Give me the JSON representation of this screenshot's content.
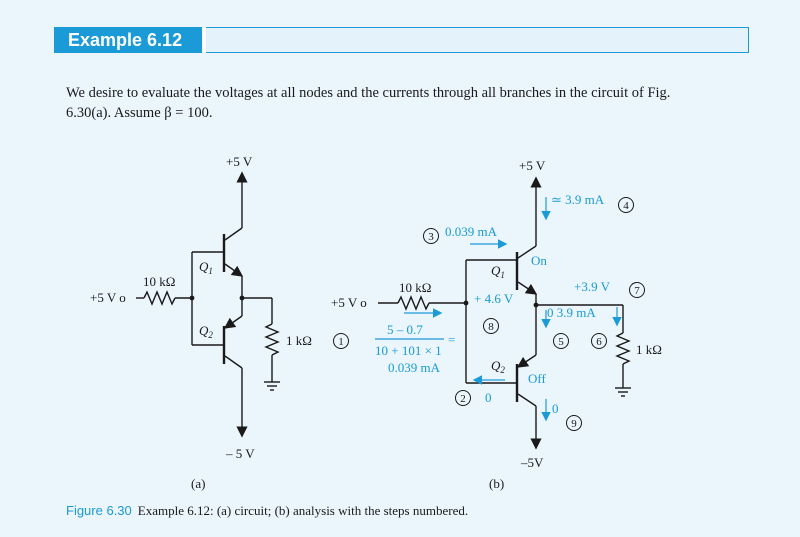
{
  "header": {
    "title": "Example 6.12"
  },
  "intro": {
    "line1": "We desire to evaluate the voltages at all nodes and the currents through all branches in the circuit of Fig.",
    "line2": "6.30(a). Assume β = 100."
  },
  "circuit_a": {
    "supply_top": "+5 V",
    "supply_bottom": "– 5 V",
    "input_label": "+5 V o",
    "resistor_in": "10 kΩ",
    "q1": "Q",
    "q1_sub": "1",
    "q2": "Q",
    "q2_sub": "2",
    "resistor_load": "1 kΩ",
    "panel": "(a)"
  },
  "circuit_b": {
    "supply_top": "+5 V",
    "supply_bottom": "–5V",
    "input_label": "+5 V o",
    "resistor_in": "10 kΩ",
    "step1": "1",
    "step2": "2",
    "step3": "3",
    "step4": "4",
    "step5": "5",
    "step6": "6",
    "step7": "7",
    "step8": "8",
    "step9": "9",
    "eq_num": "5 – 0.7",
    "eq_den": "10 + 101 × 1",
    "eq_eq": "=",
    "eq_result": "0.039 mA",
    "base_current": "0.039 mA",
    "collector_current": "≃ 3.9 mA",
    "q1": "Q",
    "q1_sub": "1",
    "q1_state": "On",
    "q2": "Q",
    "q2_sub": "2",
    "q2_state": "Off",
    "base_voltage": "+ 4.6 V",
    "emitter_voltage": "+3.9 V",
    "load_branch": "0  3.9 mA",
    "q2_base_current": "0",
    "q2_current": "0",
    "resistor_load": "1 kΩ",
    "panel": "(b)"
  },
  "caption": {
    "figure": "Figure 6.30",
    "text": "Example 6.12: (a) circuit; (b) analysis with the steps numbered."
  },
  "colors": {
    "accent": "#1a9ad7",
    "background": "#eaf5fc",
    "ink": "#1a1a1a"
  }
}
